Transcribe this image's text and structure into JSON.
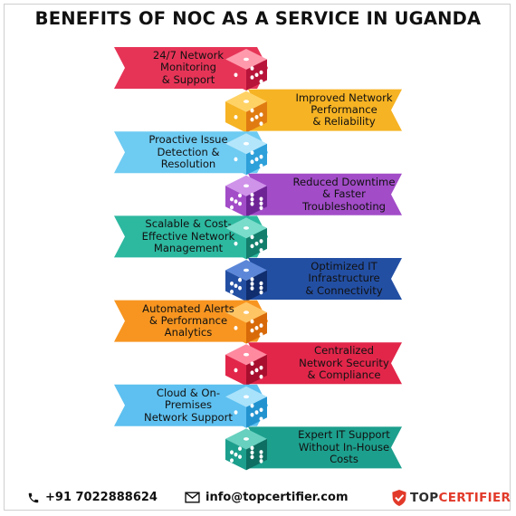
{
  "title": "BENEFITS OF NOC AS A SERVICE IN UGANDA",
  "benefits": [
    {
      "text": "24/7 Network\nMonitoring\n& Support",
      "side": "left",
      "color": "#e63457",
      "light": "#ff9aac",
      "dark": "#b8143a",
      "dots": 5
    },
    {
      "text": "Improved Network\nPerformance\n& Reliability",
      "side": "right",
      "color": "#f6b323",
      "light": "#ffd266",
      "dark": "#e07b12",
      "dots": 5
    },
    {
      "text": "Proactive Issue\nDetection &\nResolution",
      "side": "left",
      "color": "#6ecbf2",
      "light": "#b4e6fb",
      "dark": "#2ea0da",
      "dots": 5
    },
    {
      "text": "Reduced Downtime\n& Faster\nTroubleshooting",
      "side": "right",
      "color": "#a24cc8",
      "light": "#cf93ea",
      "dark": "#6f2496",
      "dots": 6
    },
    {
      "text": "Scalable & Cost-\nEffective Network\nManagement",
      "side": "left",
      "color": "#2db8a0",
      "light": "#7adccb",
      "dark": "#137e6c",
      "dots": 5
    },
    {
      "text": "Optimized IT\nInfrastructure\n& Connectivity",
      "side": "right",
      "color": "#234fa3",
      "light": "#5c87d8",
      "dark": "#102d6e",
      "dots": 6
    },
    {
      "text": "Automated Alerts\n& Performance\nAnalytics",
      "side": "left",
      "color": "#f79520",
      "light": "#ffc565",
      "dark": "#d86a0a",
      "dots": 5
    },
    {
      "text": "Centralized\nNetwork Security\n& Compliance",
      "side": "right",
      "color": "#e2264a",
      "light": "#ff8aa0",
      "dark": "#a80f2f",
      "dots": 5
    },
    {
      "text": "Cloud & On-\nPremises\nNetwork Support",
      "side": "left",
      "color": "#5dc0f0",
      "light": "#a9e2fb",
      "dark": "#2393cf",
      "dots": 5
    },
    {
      "text": "Expert IT Support\nWithout In-House\nCosts",
      "side": "right",
      "color": "#1d9f8d",
      "light": "#68d0bf",
      "dark": "#0d6e61",
      "dots": 6
    }
  ],
  "footer": {
    "phone": "+91 7022888624",
    "email": "info@topcertifier.com",
    "brand_top": "TOP",
    "brand_cert": "CERTIFIER"
  },
  "icons": [
    "phone-icon",
    "envelope-icon",
    "shield-logo-icon"
  ]
}
